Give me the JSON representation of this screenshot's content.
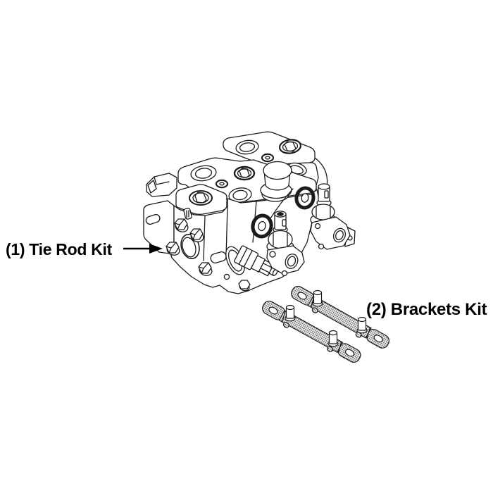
{
  "figure": {
    "type": "parts-identification-diagram",
    "subject": "sectional hydraulic control valve with mounting hardware",
    "background": "#ffffff",
    "line_color": "#1b1b1b",
    "callouts": [
      {
        "id": "1",
        "text": "(1) Tie Rod Kit",
        "arrow": "right-pointing-arrow",
        "target": "tie-rod-nut-on-valve-left-face"
      },
      {
        "id": "2",
        "text": "(2) Brackets Kit",
        "arrow": "none",
        "target": "two-hatched-mounting-bracket-bars"
      }
    ],
    "parts_depicted": [
      "control-valve-assembly",
      "tie-rod-nuts",
      "relief-valve-center",
      "relief-valve-right",
      "spool-end-assembly",
      "dome-cap",
      "mounting-bracket-bar-1",
      "mounting-bracket-bar-2"
    ],
    "hatch_colors": {
      "dot": "#555555",
      "base": "#efefef"
    }
  }
}
